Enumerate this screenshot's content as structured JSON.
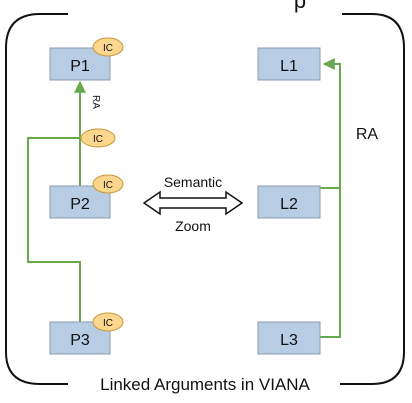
{
  "caption": "Linked Arguments in VIANA",
  "header_fragment": "p",
  "left_graph": {
    "nodes": [
      {
        "id": "p1",
        "label": "P1",
        "badge": "IC"
      },
      {
        "id": "p2",
        "label": "P2",
        "badge": "IC"
      },
      {
        "id": "p3",
        "label": "P3",
        "badge": "IC"
      }
    ],
    "relation_node_badge": "IC",
    "relation_label": "RA"
  },
  "right_graph": {
    "nodes": [
      {
        "id": "l1",
        "label": "L1"
      },
      {
        "id": "l2",
        "label": "L2"
      },
      {
        "id": "l3",
        "label": "L3"
      }
    ],
    "relation_label": "RA"
  },
  "zoom_arrow": {
    "label_top": "Semantic",
    "label_bottom": "Zoom"
  },
  "colors": {
    "node_fill": "#b8cce4",
    "badge_fill": "#fad68e",
    "edge": "#6aa84f",
    "frame": "#111111"
  }
}
